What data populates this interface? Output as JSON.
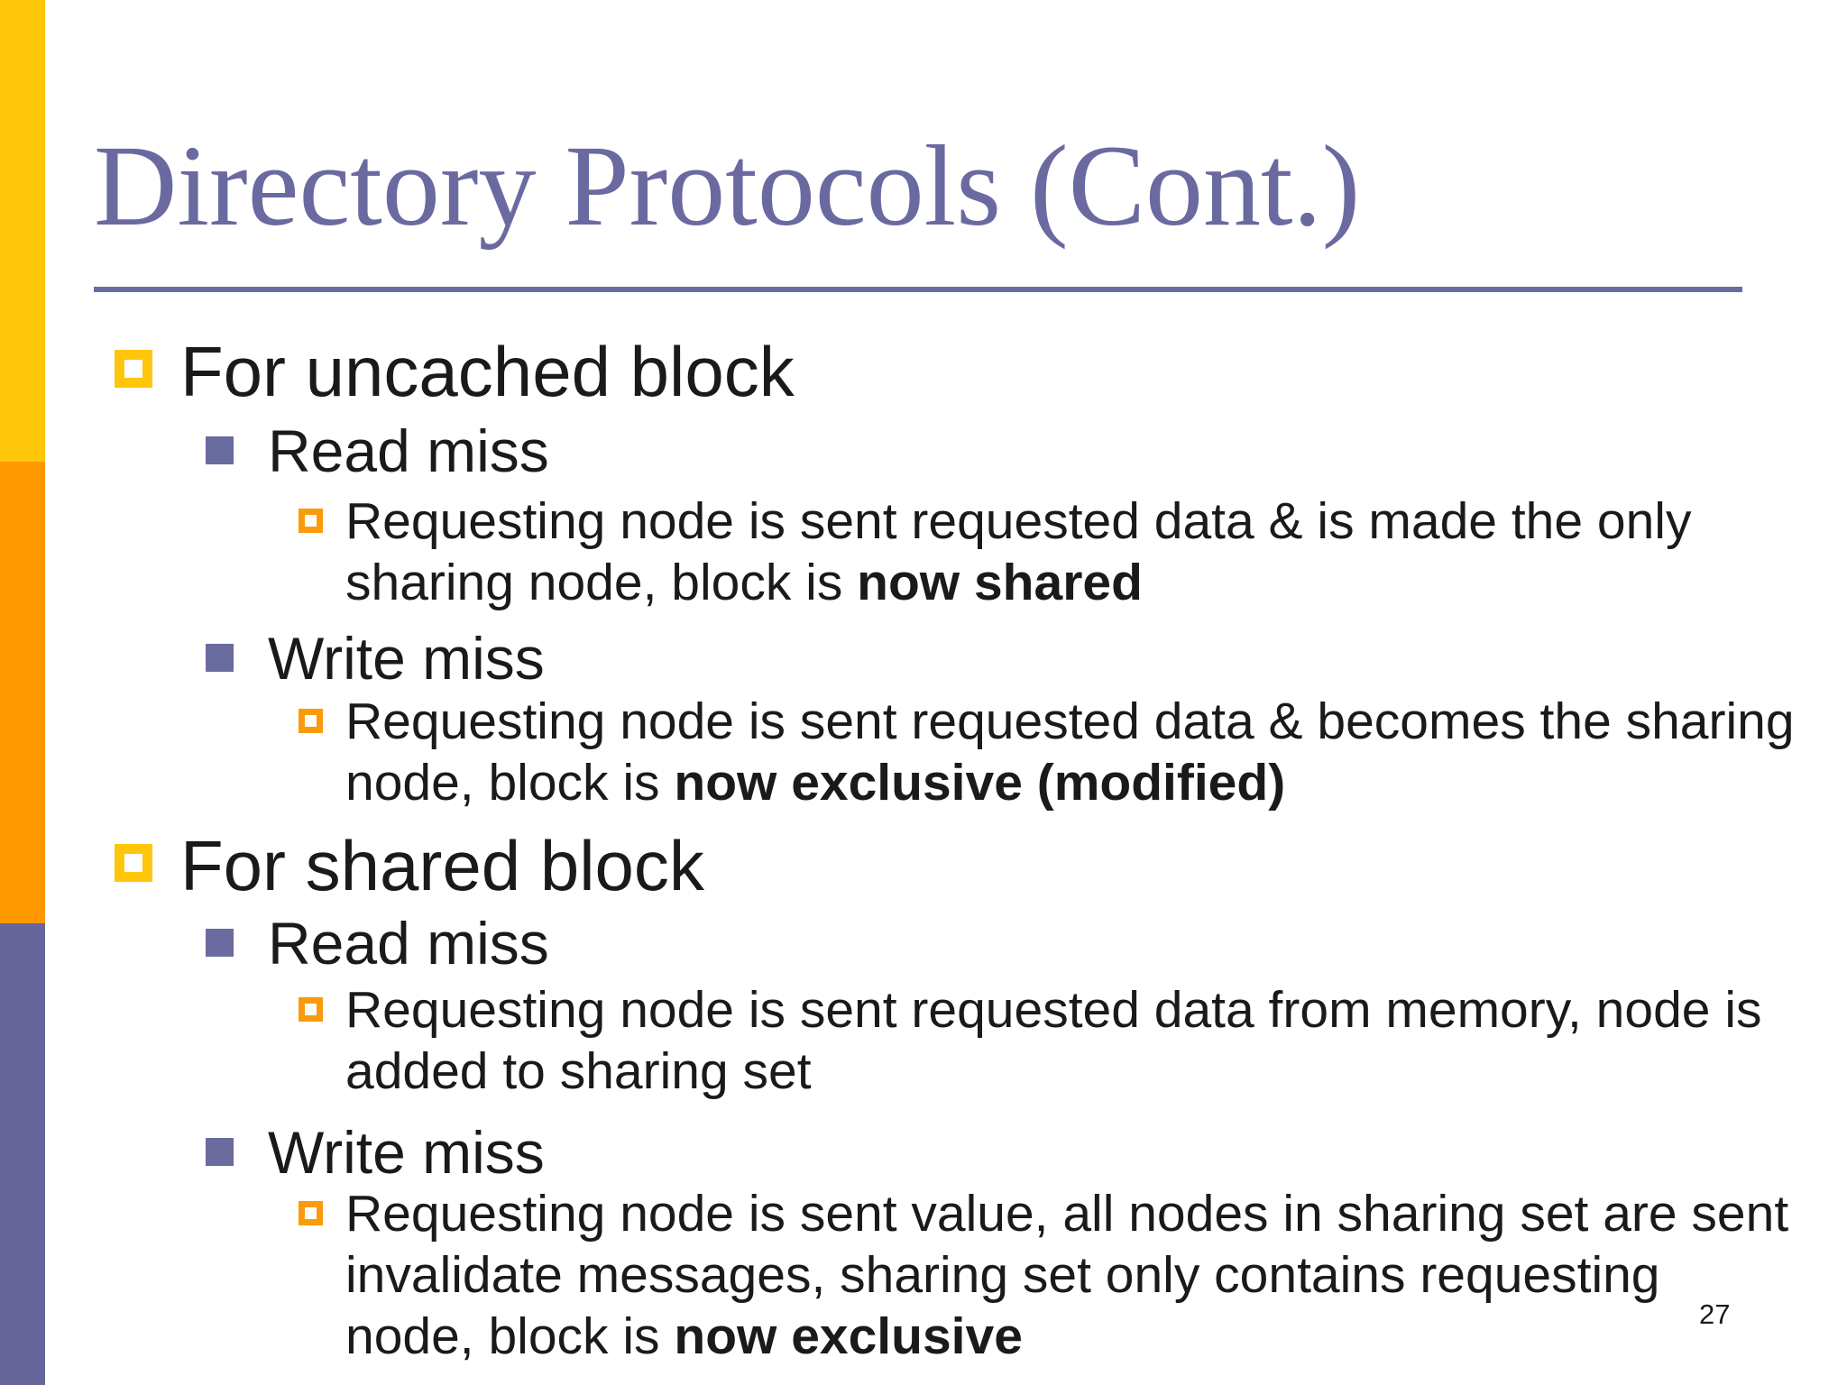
{
  "slide": {
    "title": "Directory Protocols (Cont.)",
    "page_number": "27",
    "colors": {
      "title_text": "#6A6AA1",
      "title_rule": "#6B6BA3",
      "sidebar_top": "#FFC60A",
      "sidebar_middle": "#FF9800",
      "sidebar_bottom": "#67669B",
      "bullet_level1": "#FFC60B",
      "bullet_level2": "#6A6C9F",
      "bullet_level3": "#F99B0C",
      "body_text": "#1A1A1A"
    },
    "bullets": [
      {
        "level": 1,
        "text": "For uncached block",
        "bold": ""
      },
      {
        "level": 2,
        "text": "Read miss",
        "bold": ""
      },
      {
        "level": 3,
        "text": "Requesting node is sent requested data & is made the only\nsharing node, block is ",
        "bold": "now shared"
      },
      {
        "level": 2,
        "text": "Write miss",
        "bold": ""
      },
      {
        "level": 3,
        "text": "Requesting node is sent requested data & becomes the sharing\nnode, block is ",
        "bold": "now exclusive (modified)"
      },
      {
        "level": 1,
        "text": "For shared block",
        "bold": ""
      },
      {
        "level": 2,
        "text": "Read miss",
        "bold": ""
      },
      {
        "level": 3,
        "text": "Requesting node is sent requested data from memory, node is\nadded to sharing set",
        "bold": ""
      },
      {
        "level": 2,
        "text": "Write miss",
        "bold": ""
      },
      {
        "level": 3,
        "text": "Requesting node is sent value, all nodes in sharing set are sent\ninvalidate messages, sharing set only contains requesting\nnode, block is ",
        "bold": "now exclusive"
      }
    ]
  }
}
